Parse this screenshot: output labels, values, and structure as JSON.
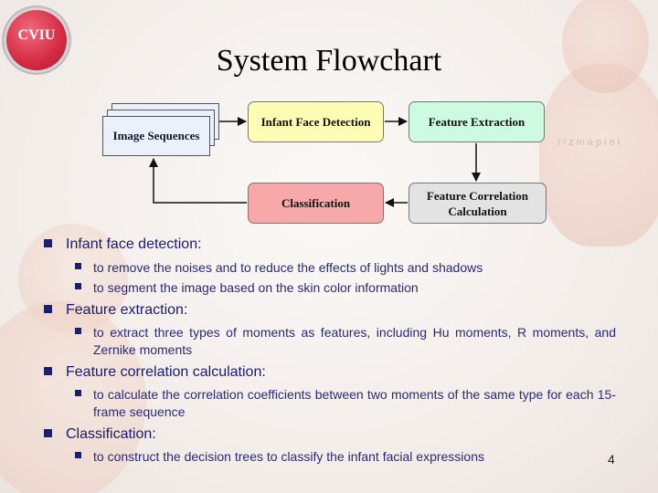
{
  "logo": {
    "text": "CVIU",
    "subtext": ""
  },
  "title": "System Flowchart",
  "flowchart": {
    "image_sequences": "Image Sequences",
    "infant_face_detection": "Infant Face Detection",
    "feature_extraction": "Feature Extraction",
    "feature_correlation_1": "Feature Correlation",
    "feature_correlation_2": "Calculation",
    "classification": "Classification"
  },
  "watermark": "rizmapiel",
  "bullets": [
    {
      "heading": "Infant face detection:",
      "items": [
        "to remove the noises and to reduce the effects of lights and shadows",
        "to segment the image based on the skin color information"
      ]
    },
    {
      "heading": "Feature extraction:",
      "items": [
        "to extract three types of moments as features, including Hu moments, R moments, and Zernike moments"
      ]
    },
    {
      "heading": "Feature correlation calculation:",
      "items": [
        "to calculate the correlation coefficients between two moments of the same type for each 15-frame sequence"
      ]
    },
    {
      "heading": "Classification:",
      "items": [
        "to construct the decision trees to classify the infant facial expressions"
      ]
    }
  ],
  "page_number": "4"
}
